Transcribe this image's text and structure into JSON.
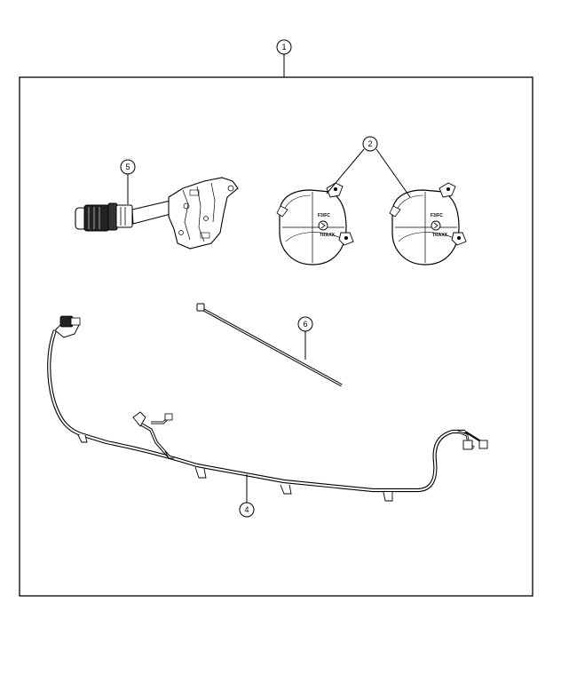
{
  "callouts": {
    "kit": "1",
    "fog_lamps": "2",
    "wiring_harness": "4",
    "multifunction_switch": "5",
    "cable_tie": "6"
  },
  "fog_lamp_markings": {
    "code": "F3/FC",
    "small_text": "TRAXX"
  },
  "colors": {
    "line": "#000000",
    "background": "#ffffff"
  }
}
